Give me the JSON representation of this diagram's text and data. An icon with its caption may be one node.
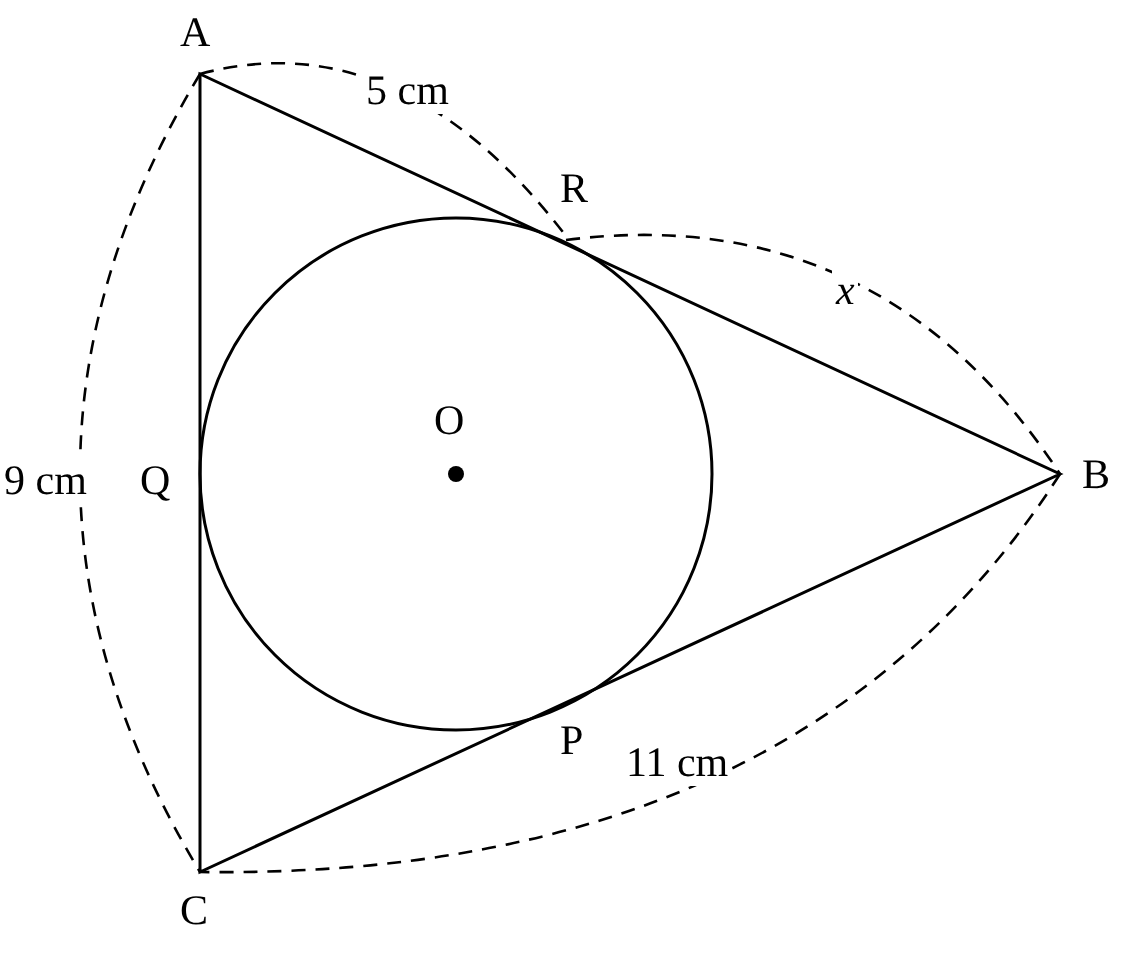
{
  "diagram": {
    "labels": [
      "A",
      "5 cm",
      "R",
      "x",
      "O",
      "9 cm",
      "Q",
      "B",
      "P",
      "11 cm",
      "C"
    ]
  }
}
